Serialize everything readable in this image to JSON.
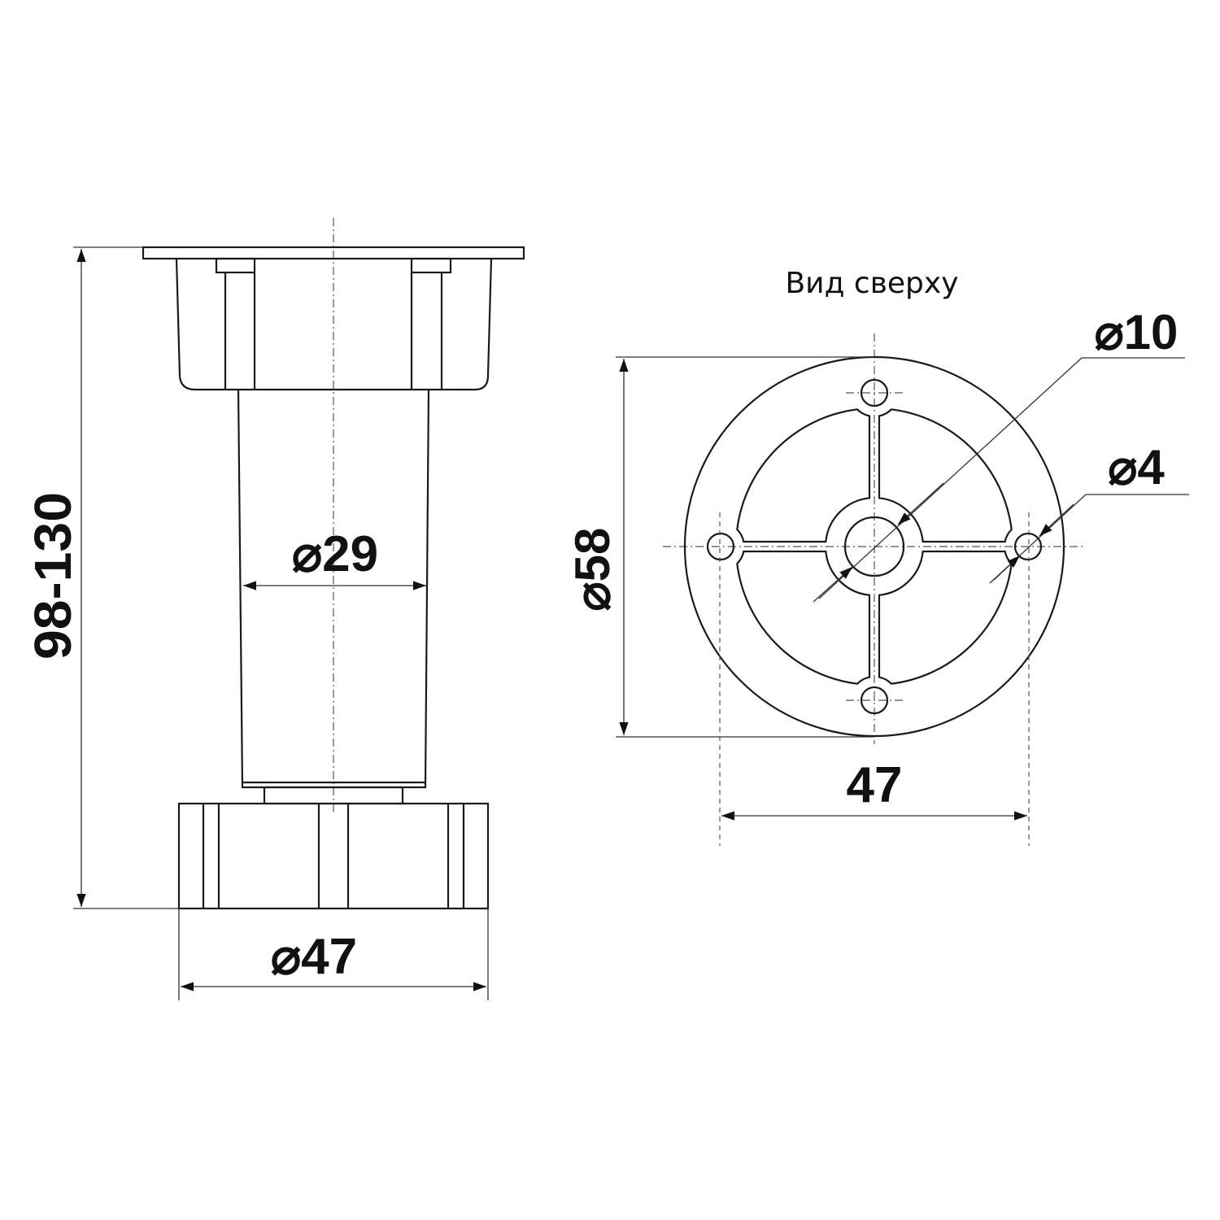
{
  "side_view": {
    "height_dim": "98-130",
    "tube_dim": "⌀29",
    "foot_dim": "⌀47"
  },
  "top_view": {
    "title": "Вид сверху",
    "outer_dim": "⌀58",
    "holes_spacing_dim": "47",
    "center_hole_dim": "⌀10",
    "mount_hole_dim": "⌀4"
  },
  "colors": {
    "line": "#1a1a1a",
    "background": "#ffffff"
  }
}
